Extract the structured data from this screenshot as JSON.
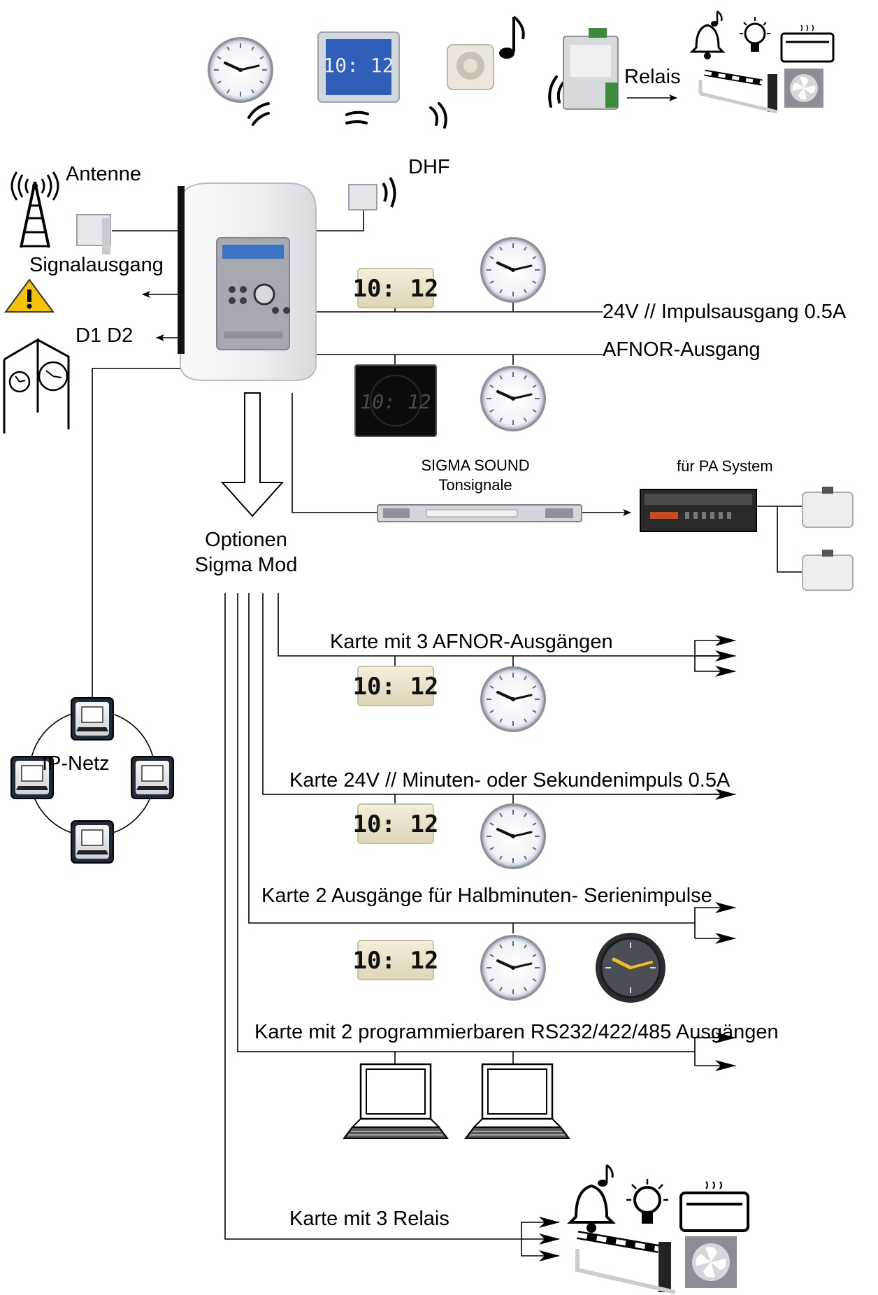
{
  "labels": {
    "relais": "Relais",
    "antenne": "Antenne",
    "dhf": "DHF",
    "signalausgang": "Signalausgang",
    "d1d2": "D1 D2",
    "impuls24": "24V // Impulsausgang 0.5A",
    "afnor": "AFNOR-Ausgang",
    "sigma_sound_line1": "SIGMA SOUND",
    "sigma_sound_line2": "Tonsignale",
    "pa_system": "für PA System",
    "optionen_line1": "Optionen",
    "optionen_line2": "Sigma Mod",
    "karte_afnor": "Karte mit 3 AFNOR-Ausgängen",
    "karte_24v": "Karte 24V // Minuten- oder Sekundenimpuls 0.5A",
    "karte_halbminuten": "Karte 2 Ausgänge für Halbminuten- Serienimpulse",
    "karte_rs232": "Karte mit 2 programmierbaren RS232/422/485 Ausgängen",
    "karte_relais": "Karte mit 3 Relais",
    "ip_netz": "IP-Netz"
  },
  "digital_display_text": "10: 12",
  "icons": [
    "analog-clock-icon",
    "digital-clock-icon",
    "speaker-icon",
    "music-note-icon",
    "relay-module-icon",
    "bell-icon",
    "light-bulb-icon",
    "heater-icon",
    "barrier-gate-icon",
    "fan-icon",
    "antenna-tower-icon",
    "warning-icon",
    "clock-tower-icon",
    "computer-monitor-icon",
    "laptop-icon",
    "amplifier-icon",
    "loudspeaker-icon",
    "master-clock-icon"
  ],
  "colors": {
    "line": "#000000",
    "lcd_blue": "#2f5fb8",
    "lcd_green": "#e9e4c8",
    "warning": "#f5c400",
    "master_body": "#eef0f2"
  }
}
